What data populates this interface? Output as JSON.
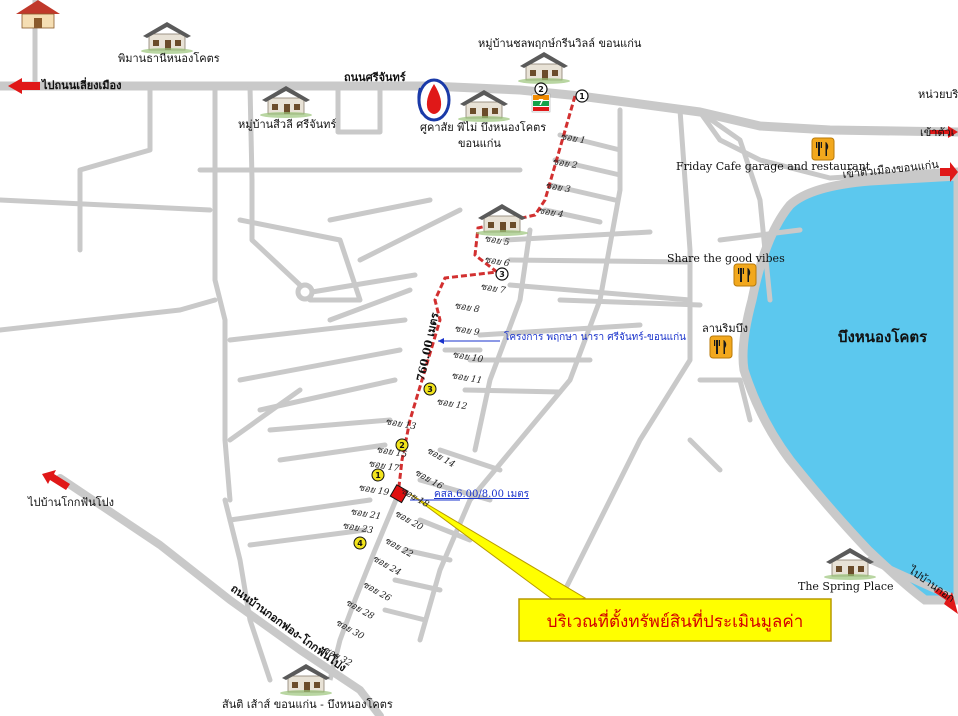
{
  "map": {
    "lake_label": "บึงหนองโคตร",
    "roads": {
      "main_road": "ถนนศรีจันทร์",
      "to_ring_road": "ไปถนนเลี่ยงเมือง",
      "to_ban_kok": "ไปบ้านโกกฟันโปง",
      "kok_road": "ถนนบ้านกอกฟอง-โกกฟันโปง",
      "to_city": "เข้าตัวเมืองขอนแก่น",
      "to_city_short": "เข้าตัวเ",
      "right_top": "หน่วยบริ",
      "to_ban_kok_right": "ไปบ้านกอก"
    },
    "places": {
      "phiman_thani": "พิมานธานีหนองโคตร",
      "chonpruek": "หมู่บ้านชลพฤกษ์กรีนวิลล์ ขอนแก่น",
      "sriwali": "หมู่บ้านสีวลี ศรีจันทร์",
      "ptt_line1": "ศูคาสัย พีไม่ บึงหนองโคตร",
      "ptt_line2": "ขอนแก่น",
      "friday_cafe": "Friday Cafe garage and restaurant",
      "share_vibes": "Share the good vibes",
      "lan_rim_bueng": "ลานริมบึง",
      "spring_place": "The Spring Place",
      "santi_sao": "สันติ เส้าส์ ขอนแก่น - บึงหนองโคตร"
    },
    "annotations": {
      "project": "โครงการ พฤกษา นารา ศรีจันทร์-ขอนแก่น",
      "distance": "760.00 เมตร",
      "road_width": "คสล.6.00/8.00 เมตร",
      "callout": "บริเวณที่ตั้งทรัพย์สินที่ประเมินมูลค่า",
      "seven_eleven": "7-ELEVEn"
    },
    "soi": [
      "ซอย 1",
      "ซอย 2",
      "ซอย 3",
      "ซอย 4",
      "ซอย 5",
      "ซอย 6",
      "ซอย 7",
      "ซอย 8",
      "ซอย 9",
      "ซอย 10",
      "ซอย 11",
      "ซอย 12",
      "ซอย 13",
      "ซอย 14",
      "ซอย 15",
      "ซอย 16",
      "ซอย 17",
      "ซอย 18",
      "ซอย 19",
      "ซอย 20",
      "ซอย 21",
      "ซอย 22",
      "ซอย 23",
      "ซอย 24",
      "ซอย 26",
      "ซอย 28",
      "ซอย 30",
      "ซอย 32"
    ],
    "markers": {
      "black_1": "1",
      "black_2": "2",
      "black_3": "3",
      "yellow_1": "1",
      "yellow_2": "2",
      "yellow_3": "3",
      "yellow_4": "4"
    },
    "icons": [
      "house-icon",
      "ptt-station-icon",
      "seven-eleven-icon",
      "restaurant-icon",
      "arrow-icon",
      "temple-icon"
    ],
    "colors": {
      "lake": "#5cc8ee",
      "road": "#c9c9c9",
      "route": "#d23030",
      "callout_fill": "#ffff00",
      "callout_text": "#d40000",
      "marker_yellow": "#f2e41c",
      "property": "#e01010"
    }
  }
}
